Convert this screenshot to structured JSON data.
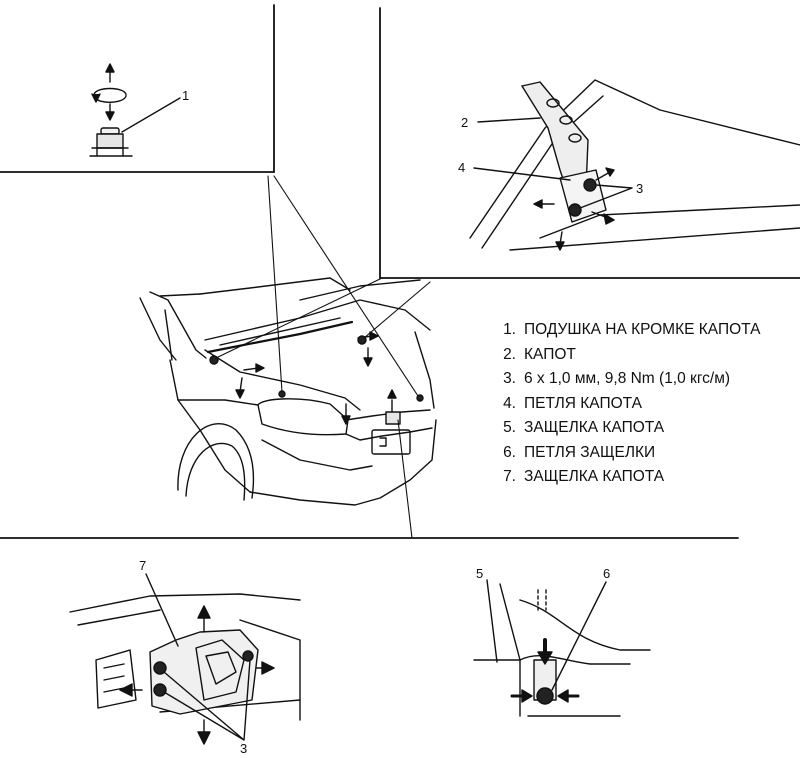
{
  "callouts": {
    "top_left": "1",
    "top_right_hood": "2",
    "top_right_hinge": "4",
    "top_right_bolts": "3",
    "bottom_left_latch": "7",
    "bottom_left_bolts": "3",
    "bottom_right_hood": "5",
    "bottom_right_striker": "6"
  },
  "legend": [
    {
      "num": "1.",
      "text": "ПОДУШКА НА КРОМКЕ КАПОТА"
    },
    {
      "num": "2.",
      "text": "КАПОТ"
    },
    {
      "num": "3.",
      "text": "6 x 1,0 мм, 9,8 Nm (1,0 кгс/м)"
    },
    {
      "num": "4.",
      "text": "ПЕТЛЯ КАПОТА"
    },
    {
      "num": "5.",
      "text": "ЗАЩЕЛКА КАПОТА"
    },
    {
      "num": "6.",
      "text": "ПЕТЛЯ ЗАЩЕЛКИ"
    },
    {
      "num": "7.",
      "text": "ЗАЩЕЛКА КАПОТА"
    }
  ]
}
